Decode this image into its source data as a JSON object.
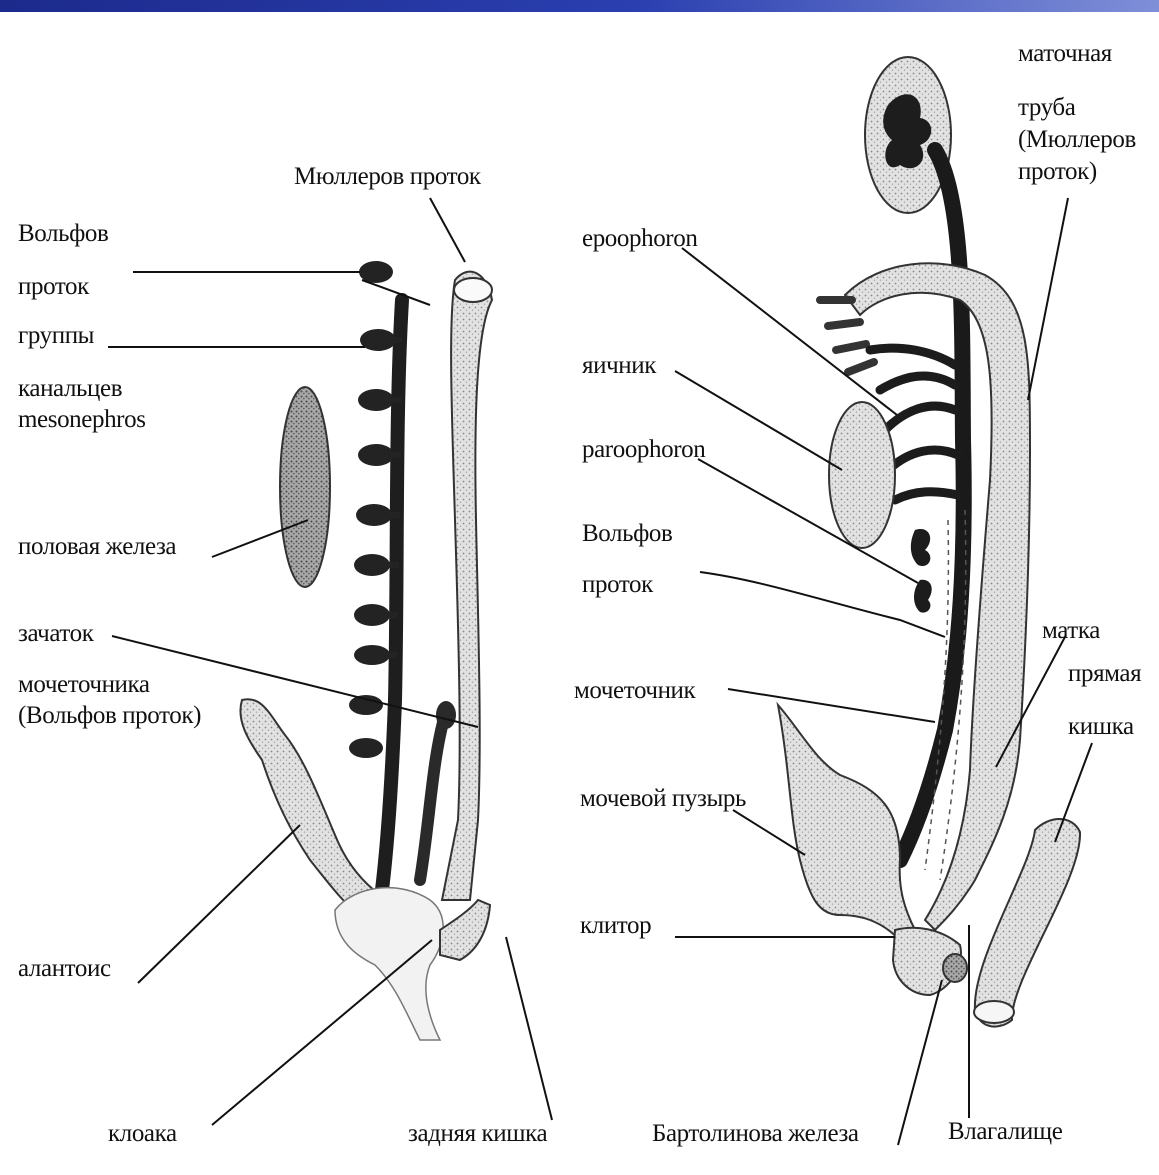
{
  "diagram": {
    "left": {
      "muller_duct": "Мюллеров проток",
      "wolffian_duct": [
        "Вольфов",
        "проток"
      ],
      "mesonephros_tubules": [
        "группы",
        "канальцев",
        "mesonephros"
      ],
      "gonad": "половая железа",
      "ureter_bud": [
        "зачаток",
        "мочеточника",
        "(Вольфов проток)"
      ],
      "allantois": "алантоис",
      "cloaca": "клоака",
      "hindgut": "задняя кишка"
    },
    "right": {
      "uterine_tube": [
        "маточная",
        "труба",
        "(Мюллеров",
        "проток)"
      ],
      "epoophoron": "epoophoron",
      "ovary": "яичник",
      "paroophoron": "paroophoron",
      "wolffian_duct": [
        "Вольфов",
        "проток"
      ],
      "ureter": "мочеточник",
      "bladder": "мочевой пузырь",
      "uterus": "матка",
      "rectum": [
        "прямая",
        "кишка"
      ],
      "clitoris": "клитор",
      "bartholin_gland": "Бартолинова железа",
      "vagina": "Влагалище"
    }
  }
}
